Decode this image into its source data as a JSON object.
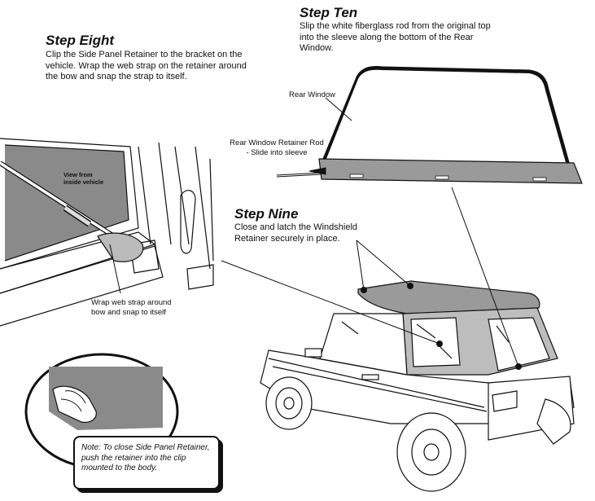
{
  "step_eight": {
    "heading": "Step Eight",
    "text": "Clip the Side Panel Retainer to the bracket on the vehicle. Wrap the web strap on the retainer around the bow and snap the strap to itself."
  },
  "step_ten": {
    "heading": "Step Ten",
    "text": "Slip the white fiberglass rod from the original top into the sleeve along the bottom of the Rear Window."
  },
  "step_nine": {
    "heading": "Step Nine",
    "text": "Close and latch the Windshield Retainer securely in place."
  },
  "labels": {
    "rear_window": "Rear Window",
    "retainer_rod_line1": "Rear Window Retainer Rod",
    "retainer_rod_line2": "- Slide into sleeve",
    "view_inside_line1": "View from",
    "view_inside_line2": "inside vehicle",
    "wrap_strap_line1": "Wrap web strap around",
    "wrap_strap_line2": "bow and snap to itself"
  },
  "note": {
    "text": "Note: To close Side Panel Retainer, push the retainer into the clip mounted to the body."
  }
}
